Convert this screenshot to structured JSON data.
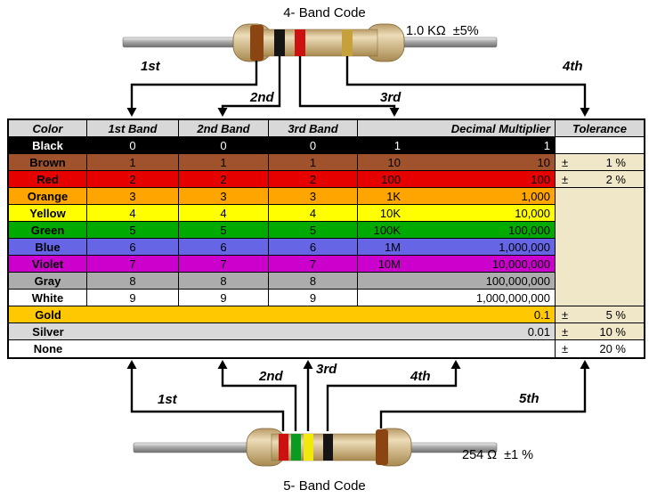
{
  "top": {
    "title": "4- Band Code",
    "value_label": "1.0 KΩ  ±5%",
    "arrow_labels": [
      "1st",
      "2nd",
      "3rd",
      "4th"
    ],
    "bands": [
      {
        "name": "brown",
        "hex": "#8B4513"
      },
      {
        "name": "black",
        "hex": "#151515"
      },
      {
        "name": "red",
        "hex": "#CC1111"
      },
      {
        "name": "gold",
        "hex": "#C6A13B"
      }
    ]
  },
  "bottom": {
    "title": "5- Band Code",
    "value_label": "254 Ω  ±1 %",
    "arrow_labels": [
      "1st",
      "2nd",
      "3rd",
      "4th",
      "5th"
    ],
    "bands": [
      {
        "name": "red",
        "hex": "#CC1111"
      },
      {
        "name": "green",
        "hex": "#0B9B20"
      },
      {
        "name": "yellow",
        "hex": "#F2E90C"
      },
      {
        "name": "black",
        "hex": "#151515"
      },
      {
        "name": "brown",
        "hex": "#8B4513"
      }
    ]
  },
  "colors": {
    "header_bg": "#D8D8D8",
    "tolerance_bg": "#F0E6C8",
    "border": "#000000"
  },
  "table": {
    "headers": [
      "Color",
      "1st Band",
      "2nd Band",
      "3rd Band",
      "Decimal Multiplier",
      "Tolerance"
    ],
    "merged_tolerance_bg": "#F0E6C8",
    "rows": [
      {
        "name": "Black",
        "b1": "0",
        "b2": "0",
        "b3": "0",
        "mult_short": "1",
        "mult_long": "1",
        "bg": "#000000",
        "fg": "#FFFFFF",
        "tol": {
          "sign": "",
          "value": ""
        },
        "tol_bg": "#FFFFFF"
      },
      {
        "name": "Brown",
        "b1": "1",
        "b2": "1",
        "b3": "1",
        "mult_short": "10",
        "mult_long": "10",
        "bg": "#A0522D",
        "tol": {
          "sign": "±",
          "value": "1 %"
        },
        "tol_bg": "#F0E6C8"
      },
      {
        "name": "Red",
        "b1": "2",
        "b2": "2",
        "b3": "2",
        "mult_short": "100",
        "mult_long": "100",
        "bg": "#E60000",
        "tol": {
          "sign": "±",
          "value": "2 %"
        },
        "tol_bg": "#F0E6C8"
      },
      {
        "name": "Orange",
        "b1": "3",
        "b2": "3",
        "b3": "3",
        "mult_short": "1K",
        "mult_long": "1,000",
        "bg": "#FFA500"
      },
      {
        "name": "Yellow",
        "b1": "4",
        "b2": "4",
        "b3": "4",
        "mult_short": "10K",
        "mult_long": "10,000",
        "bg": "#FFFF00"
      },
      {
        "name": "Green",
        "b1": "5",
        "b2": "5",
        "b3": "5",
        "mult_short": "100K",
        "mult_long": "100,000",
        "bg": "#00AA00"
      },
      {
        "name": "Blue",
        "b1": "6",
        "b2": "6",
        "b3": "6",
        "mult_short": "1M",
        "mult_long": "1,000,000",
        "bg": "#6565E6"
      },
      {
        "name": "Violet",
        "b1": "7",
        "b2": "7",
        "b3": "7",
        "mult_short": "10M",
        "mult_long": "10,000,000",
        "bg": "#CC00CC"
      },
      {
        "name": "Gray",
        "b1": "8",
        "b2": "8",
        "b3": "8",
        "mult_short": "",
        "mult_long": "100,000,000",
        "bg": "#ACACAC"
      },
      {
        "name": "White",
        "b1": "9",
        "b2": "9",
        "b3": "9",
        "mult_short": "",
        "mult_long": "1,000,000,000",
        "bg": "#FFFFFF"
      },
      {
        "name": "Gold",
        "mult_long": "0.1",
        "bg": "#FFC800",
        "tol": {
          "sign": "±",
          "value": "5 %"
        },
        "tol_bg": "#F0E6C8"
      },
      {
        "name": "Silver",
        "mult_long": "0.01",
        "bg": "#D9D9D9",
        "tol": {
          "sign": "±",
          "value": "10 %"
        },
        "tol_bg": "#F0E6C8"
      },
      {
        "name": "None",
        "mult_long": "",
        "bg": "#FFFFFF",
        "tol": {
          "sign": "±",
          "value": "20 %"
        },
        "tol_bg": "#FFFFFF"
      }
    ]
  }
}
